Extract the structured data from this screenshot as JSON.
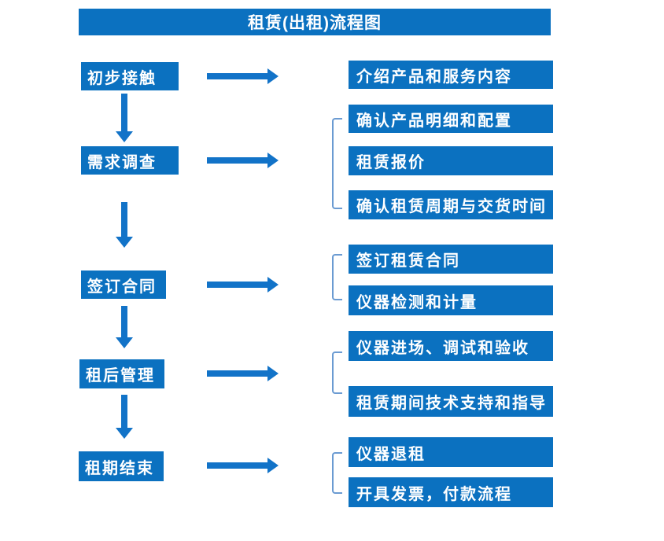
{
  "title": "租赁(出租)流程图",
  "steps": [
    {
      "label": "初步接触"
    },
    {
      "label": "需求调查"
    },
    {
      "label": "签订合同"
    },
    {
      "label": "租后管理"
    },
    {
      "label": "租期结束"
    }
  ],
  "details": [
    {
      "label": "介绍产品和服务内容"
    },
    {
      "label": "确认产品明细和配置"
    },
    {
      "label": "租赁报价"
    },
    {
      "label": "确认租赁周期与交货时间"
    },
    {
      "label": "签订租赁合同"
    },
    {
      "label": "仪器检测和计量"
    },
    {
      "label": "仪器进场、调试和验收"
    },
    {
      "label": "租赁期间技术支持和指导"
    },
    {
      "label": "仪器退租"
    },
    {
      "label": "开具发票，付款流程"
    }
  ],
  "colors": {
    "box_fill": "#0b71c0",
    "arrow": "#1273c8",
    "bracket": "#6b9bd2",
    "text": "#ffffff",
    "background": "#ffffff"
  }
}
